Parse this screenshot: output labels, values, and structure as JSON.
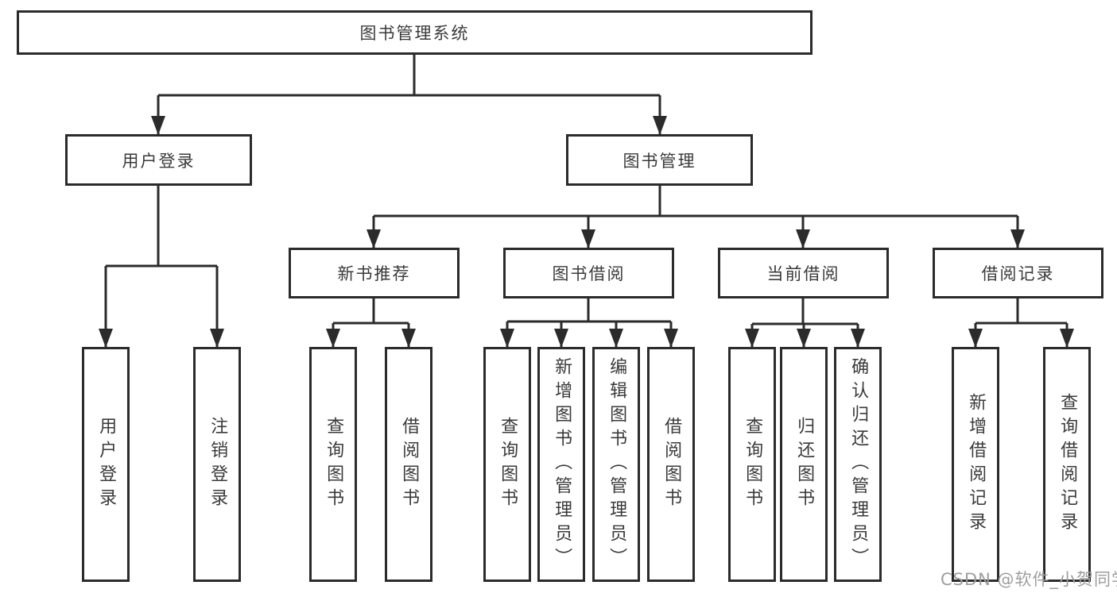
{
  "colors": {
    "line": "#2b2b2b",
    "border": "#2b2b2b",
    "text": "#3a3a3a",
    "background": "#ffffff",
    "watermark": "#9e9e9e"
  },
  "tree": {
    "root": {
      "label": "图书管理系统"
    },
    "branches": [
      {
        "label": "用户登录",
        "children": [
          {
            "label": "用户登录"
          },
          {
            "label": "注销登录"
          }
        ]
      },
      {
        "label": "图书管理",
        "children": [
          {
            "label": "新书推荐",
            "children": [
              {
                "label": "查询图书"
              },
              {
                "label": "借阅图书"
              }
            ]
          },
          {
            "label": "图书借阅",
            "children": [
              {
                "label": "查询图书"
              },
              {
                "label": "新增图书（管理员）"
              },
              {
                "label": "编辑图书（管理员）"
              },
              {
                "label": "借阅图书"
              }
            ]
          },
          {
            "label": "当前借阅",
            "children": [
              {
                "label": "查询图书"
              },
              {
                "label": "归还图书"
              },
              {
                "label": "确认归还（管理员）"
              }
            ]
          },
          {
            "label": "借阅记录",
            "children": [
              {
                "label": "新增借阅记录"
              },
              {
                "label": "查询借阅记录"
              }
            ]
          }
        ]
      }
    ]
  },
  "watermark": {
    "text": "CSDN @软件_小贺同学"
  }
}
